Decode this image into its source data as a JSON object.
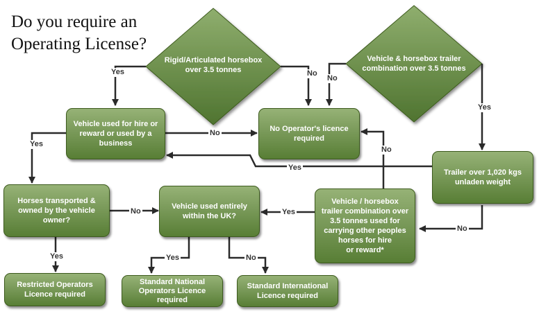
{
  "title": "Do you require an\nOperating License?",
  "nodes": {
    "rigid": "Rigid/Articulated horsebox\nover 3.5 tonnes",
    "trailer_combo": "Vehicle & horsebox trailer\ncombination over 3.5 tonnes",
    "hire_reward": "Vehicle used for hire or\nreward or used by a\nbusiness",
    "no_licence": "No Operator's licence\nrequired",
    "trailer_weight": "Trailer over 1,020 kgs\nunladen weight",
    "horses_owned": "Horses transported &\nowned by the vehicle\nowner?",
    "within_uk": "Vehicle used entirely\nwithin the UK?",
    "carrying_others": "Vehicle / horsebox\ntrailer combination over\n3.5 tonnes used for\ncarrying other peoples\nhorses for hire\nor reward*",
    "restricted": "Restricted Operators\nLicence required",
    "standard_national": "Standard National\nOperators Licence\nrequired",
    "standard_international": "Standard International\nLicence required"
  },
  "edge_labels": {
    "rigid_yes": "Yes",
    "rigid_no": "No",
    "combo_no": "No",
    "combo_yes": "Yes",
    "hire_no": "No",
    "hire_yes": "Yes",
    "trailer_yes": "Yes",
    "trailer_no": "No",
    "carrying_no": "No",
    "horses_no": "No",
    "horses_yes": "Yes",
    "carrying_yes": "Yes",
    "uk_yes": "Yes",
    "uk_no": "No"
  },
  "colors": {
    "node_fill_top": "#96b276",
    "node_fill_bottom": "#587e35",
    "node_border": "#3c5a1d",
    "arrow": "#2a2a2a"
  }
}
